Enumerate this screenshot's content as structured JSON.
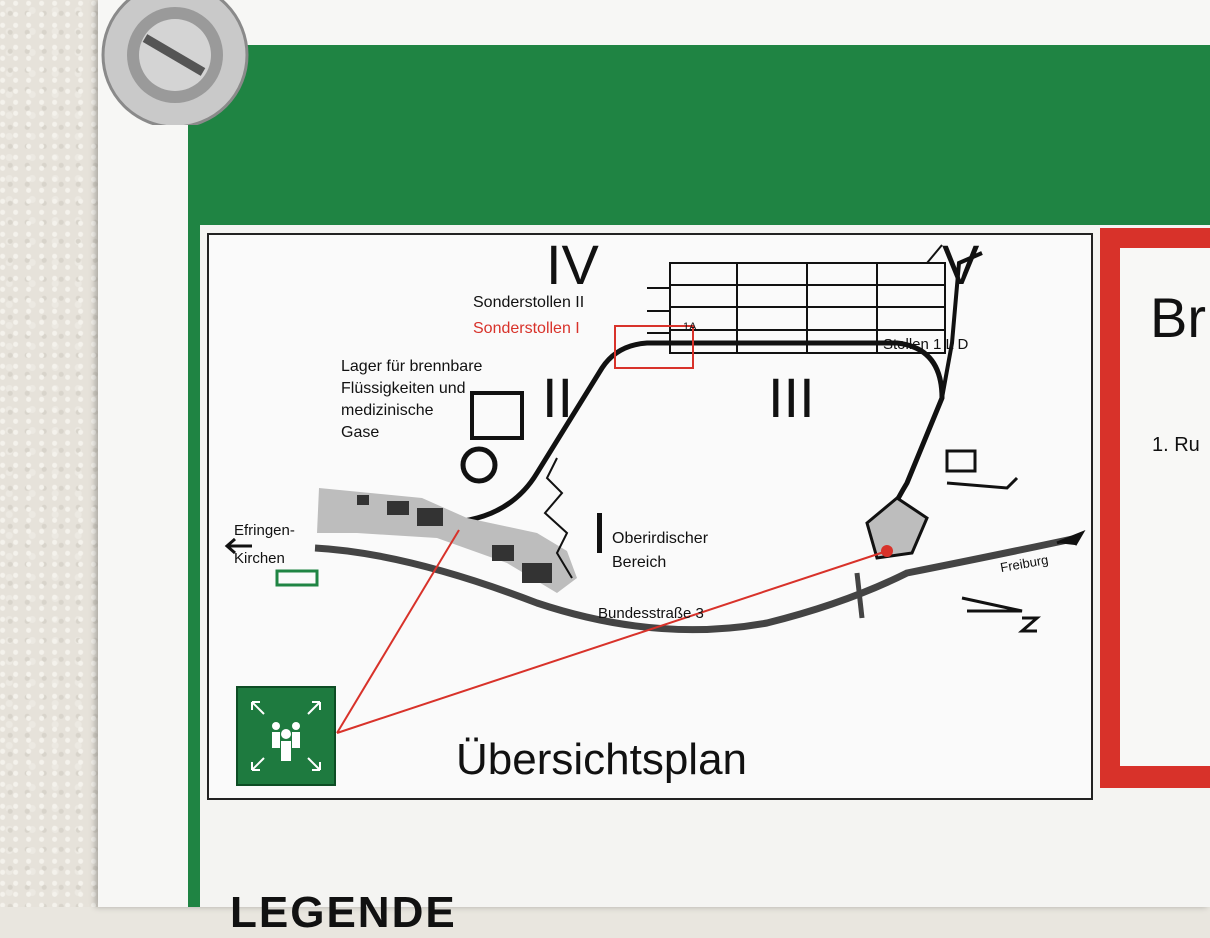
{
  "map": {
    "labels": {
      "zone_iv": "IV",
      "zone_ii": "II",
      "zone_iii": "III",
      "zone_v": "V",
      "sonderstollen_ii": "Sonderstollen II",
      "sonderstollen_i": "Sonderstollen I",
      "lager_line1": "Lager für brennbare",
      "lager_line2": "Flüssigkeiten und",
      "lager_line3": "medizinische",
      "lager_line4": "Gase",
      "stollen": "Stollen 1 L D",
      "efringen_line1": "Efringen-",
      "efringen_line2": "Kirchen",
      "oberirdisch_line1": "Oberirdischer",
      "oberirdisch_line2": "Bereich",
      "bundesstrasse": "Bundesstraße 3",
      "freiburg": "Freiburg",
      "tunnel_1a": "1A"
    },
    "title": "Übersichtsplan"
  },
  "side_panel": {
    "title": "Br",
    "item": "1. Ru"
  },
  "legend": {
    "title": "LEGENDE"
  },
  "colors": {
    "frame_green": "#1f8443",
    "highlight_red": "#d8322a"
  },
  "icons": {
    "assembly_point": "assembly-point-icon",
    "screw": "screw-icon",
    "north_arrow": "north-arrow-icon"
  }
}
